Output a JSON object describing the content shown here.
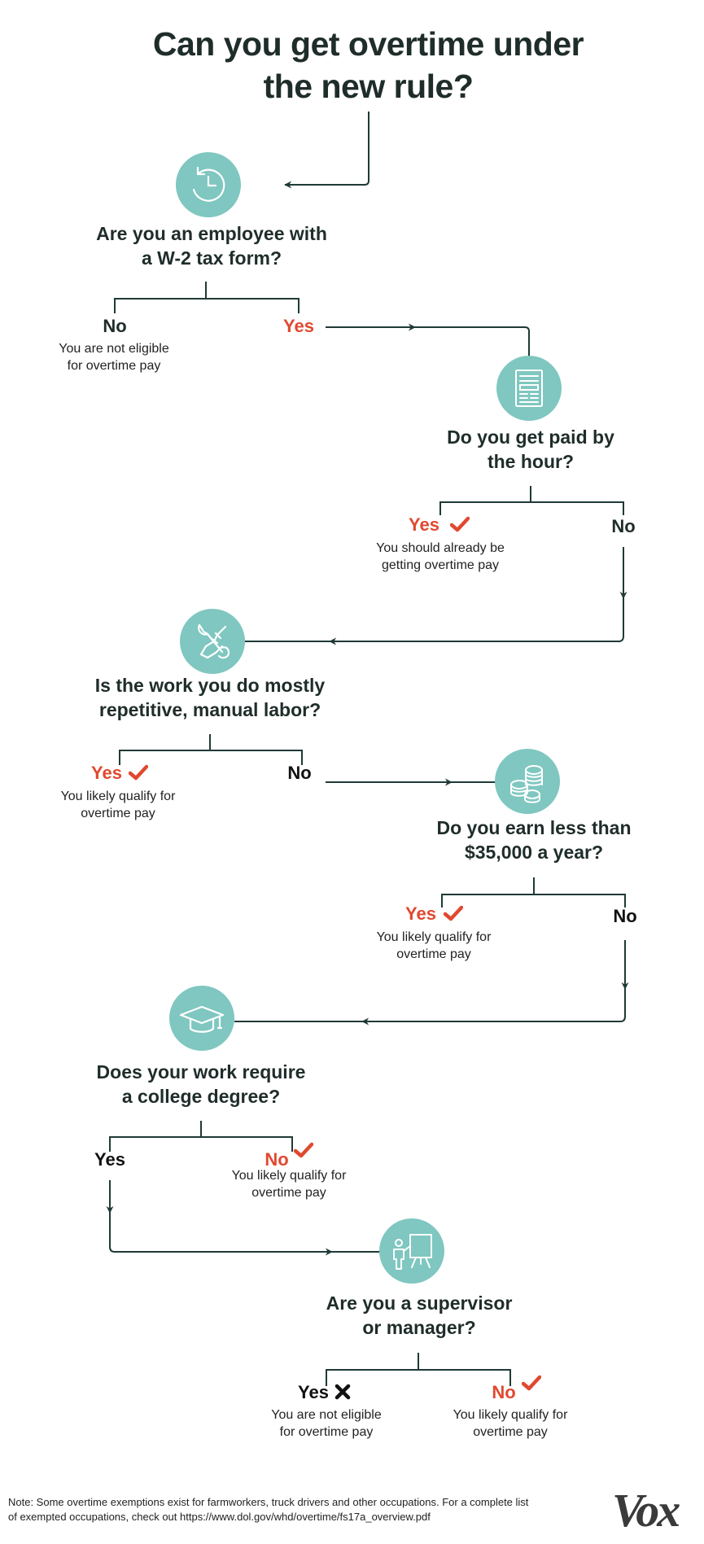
{
  "title_line1": "Can you get overtime under",
  "title_line2": "the new rule?",
  "colors": {
    "accent_teal": "#7fc7c0",
    "accent_red": "#e0492f",
    "line": "#1f3a36"
  },
  "steps": [
    {
      "icon": "clock-icon",
      "question": [
        "Are you an employee with",
        "a W-2 tax form?"
      ],
      "left": {
        "label": "No",
        "detail": [
          "You are not eligible",
          "for overtime pay"
        ]
      },
      "right": {
        "label": "Yes"
      }
    },
    {
      "icon": "tax-form-icon",
      "question": [
        "Do you get paid by",
        "the hour?"
      ],
      "left": {
        "label": "Yes",
        "detail": [
          "You should already be",
          "getting overtime pay"
        ]
      },
      "right": {
        "label": "No"
      }
    },
    {
      "icon": "tools-icon",
      "question": [
        "Is the work you do mostly",
        "repetitive, manual labor?"
      ],
      "left": {
        "label": "Yes",
        "detail": [
          "You likely qualify for",
          "overtime pay"
        ]
      },
      "right": {
        "label": "No"
      }
    },
    {
      "icon": "coins-icon",
      "question": [
        "Do you earn less than",
        "$35,000 a year?"
      ],
      "left": {
        "label": "Yes",
        "detail": [
          "You likely qualify for",
          "overtime pay"
        ]
      },
      "right": {
        "label": "No"
      }
    },
    {
      "icon": "graduation-cap-icon",
      "question": [
        "Does your work require",
        "a college degree?"
      ],
      "left": {
        "label": "Yes"
      },
      "right": {
        "label": "No",
        "detail": [
          "You likely qualify for",
          "overtime pay"
        ]
      }
    },
    {
      "icon": "presenter-icon",
      "question": [
        "Are you a supervisor",
        "or manager?"
      ],
      "left": {
        "label": "Yes",
        "detail": [
          "You are not eligible",
          "for overtime pay"
        ]
      },
      "right": {
        "label": "No",
        "detail": [
          "You likely qualify for",
          "overtime pay"
        ]
      }
    }
  ],
  "note_line1": "Note: Some overtime exemptions exist for farmworkers, truck drivers and other occupations. For a complete list",
  "note_line2": "of exempted occupations, check out https://www.dol.gov/whd/overtime/fs17a_overview.pdf",
  "logo": "Vox"
}
